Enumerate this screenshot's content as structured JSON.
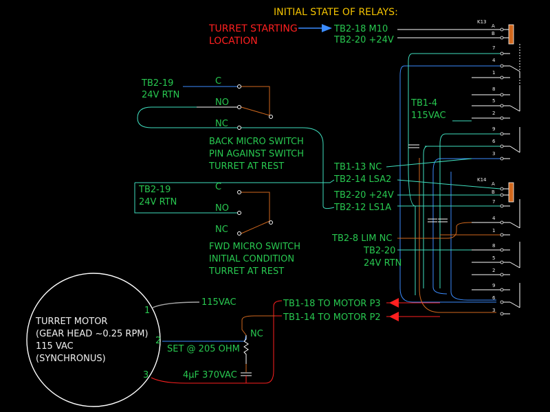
{
  "title": "INITIAL STATE OF RELAYS:",
  "turret_start": {
    "line1": "TURRET STARTING",
    "line2": "LOCATION"
  },
  "relay_k13": {
    "name": "K13",
    "coil_pins": [
      "A",
      "B"
    ],
    "inputs": [
      "TB2-18 M10",
      "TB2-20 +24V"
    ],
    "contact_pins": [
      "7",
      "4",
      "1",
      "8",
      "5",
      "2",
      "9",
      "6",
      "3"
    ]
  },
  "relay_k14": {
    "name": "K14",
    "coil_pins": [
      "A",
      "B"
    ],
    "inputs": [
      "TB1-13 NC",
      "TB2-14 LSA2",
      "TB2-20 +24V",
      "TB2-12 LS1A"
    ],
    "contact_pins": [
      "7",
      "4",
      "1",
      "8",
      "5",
      "2",
      "9",
      "6",
      "3"
    ]
  },
  "tb1_4": {
    "line1": "TB1-4",
    "line2": "115VAC"
  },
  "back_switch": {
    "tb_line1": "TB2-19",
    "tb_line2": "24V RTN",
    "c": "C",
    "no": "NO",
    "nc": "NC",
    "desc": [
      "BACK MICRO SWITCH",
      "PIN AGAINST SWITCH",
      "TURRET AT REST"
    ]
  },
  "fwd_switch": {
    "tb_line1": "TB2-19",
    "tb_line2": "24V RTN",
    "c": "C",
    "no": "NO",
    "nc": "NC",
    "desc": [
      "FWD MICRO SWITCH",
      "INITIAL CONDITION",
      "TURRET AT REST"
    ]
  },
  "lim_nc": "TB2-8 LIM NC",
  "tb2_20_rtn": {
    "line1": "TB2-20",
    "line2": "24V RTN"
  },
  "motor": {
    "lines": [
      "TURRET MOTOR",
      "(GEAR HEAD ~0.25 RPM)",
      "115 VAC",
      "(SYNCHRONUS)"
    ],
    "pins": [
      "1",
      "2",
      "3"
    ]
  },
  "supply_115": "115VAC",
  "resistor_label": "SET @ 205 OHM",
  "resistor_nc": "NC",
  "capacitor_label": "4µF 370VAC",
  "motor_p3": "TB1-18 TO MOTOR P3",
  "motor_p2": "TB1-14 TO MOTOR P2"
}
